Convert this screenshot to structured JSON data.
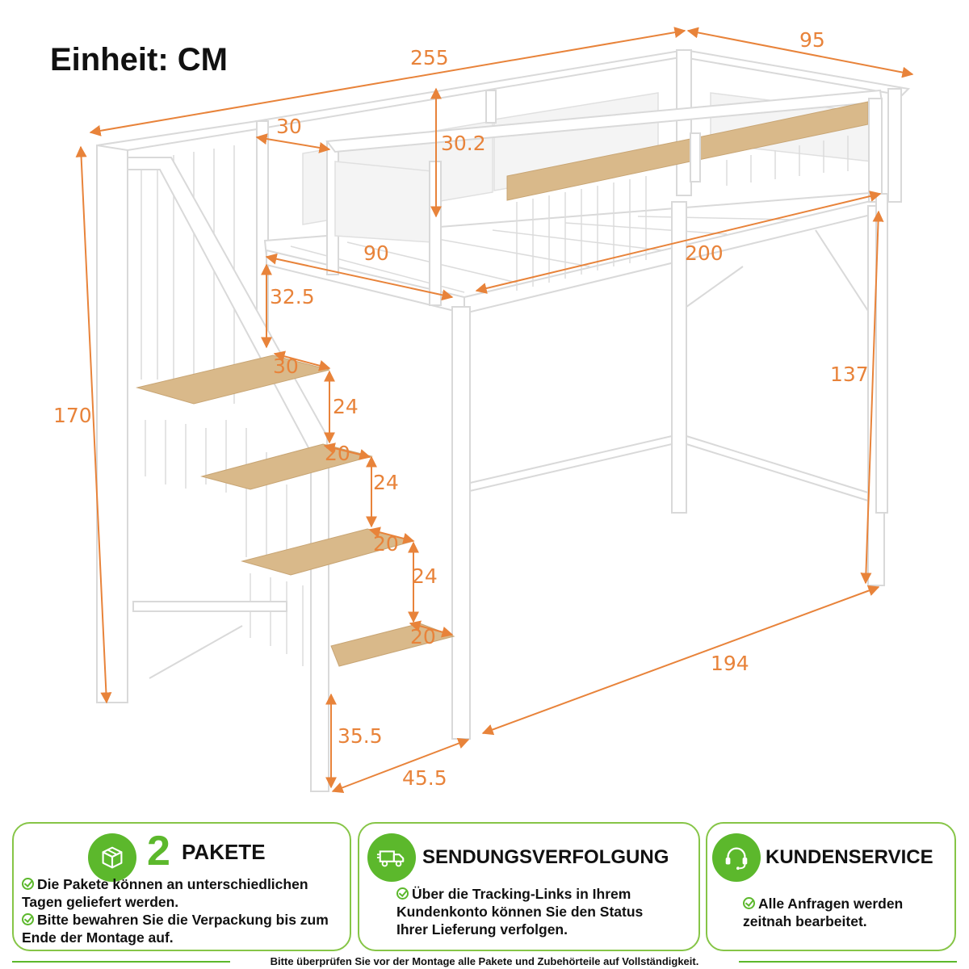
{
  "unit_title": "Einheit: CM",
  "dimensions": {
    "total_length": "255",
    "total_width": "95",
    "guard_rail_gap": "30",
    "guard_rail_height": "30.2",
    "stair_depth": "90",
    "mattress_length": "200",
    "rail_to_first_step": "32.5",
    "step1_depth": "30",
    "step_height_1": "24",
    "step2_depth": "20",
    "step_height_2": "24",
    "step3_depth": "20",
    "step_height_3": "24",
    "step4_depth": "20",
    "total_height": "170",
    "bed_clearance": "137",
    "floor_length": "194",
    "bottom_step_height": "35.5",
    "stair_width": "45.5"
  },
  "cards": {
    "packages": {
      "icon": "package-box-icon",
      "number": "2",
      "title": "PAKETE",
      "items": [
        "Die Pakete können an unterschiedlichen Tagen geliefert werden.",
        "Bitte bewahren Sie die Verpackung bis zum Ende der Montage auf."
      ]
    },
    "tracking": {
      "icon": "delivery-truck-icon",
      "title": "SENDUNGSVERFOLGUNG",
      "items": [
        "Über die Tracking-Links in Ihrem Kundenkonto können Sie den Status Ihrer Lieferung verfolgen."
      ]
    },
    "service": {
      "icon": "headset-icon",
      "title": "KUNDENSERVICE",
      "items": [
        "Alle Anfragen werden zeitnah bearbeitet."
      ]
    }
  },
  "footer_note": "Bitte überprüfen Sie vor der Montage alle Pakete und Zubehörteile auf Vollständigkeit.",
  "colors": {
    "dimension": "#e8833a",
    "accent_green": "#5cb82c",
    "card_border": "#86c547",
    "wood": "#d9b98a"
  }
}
